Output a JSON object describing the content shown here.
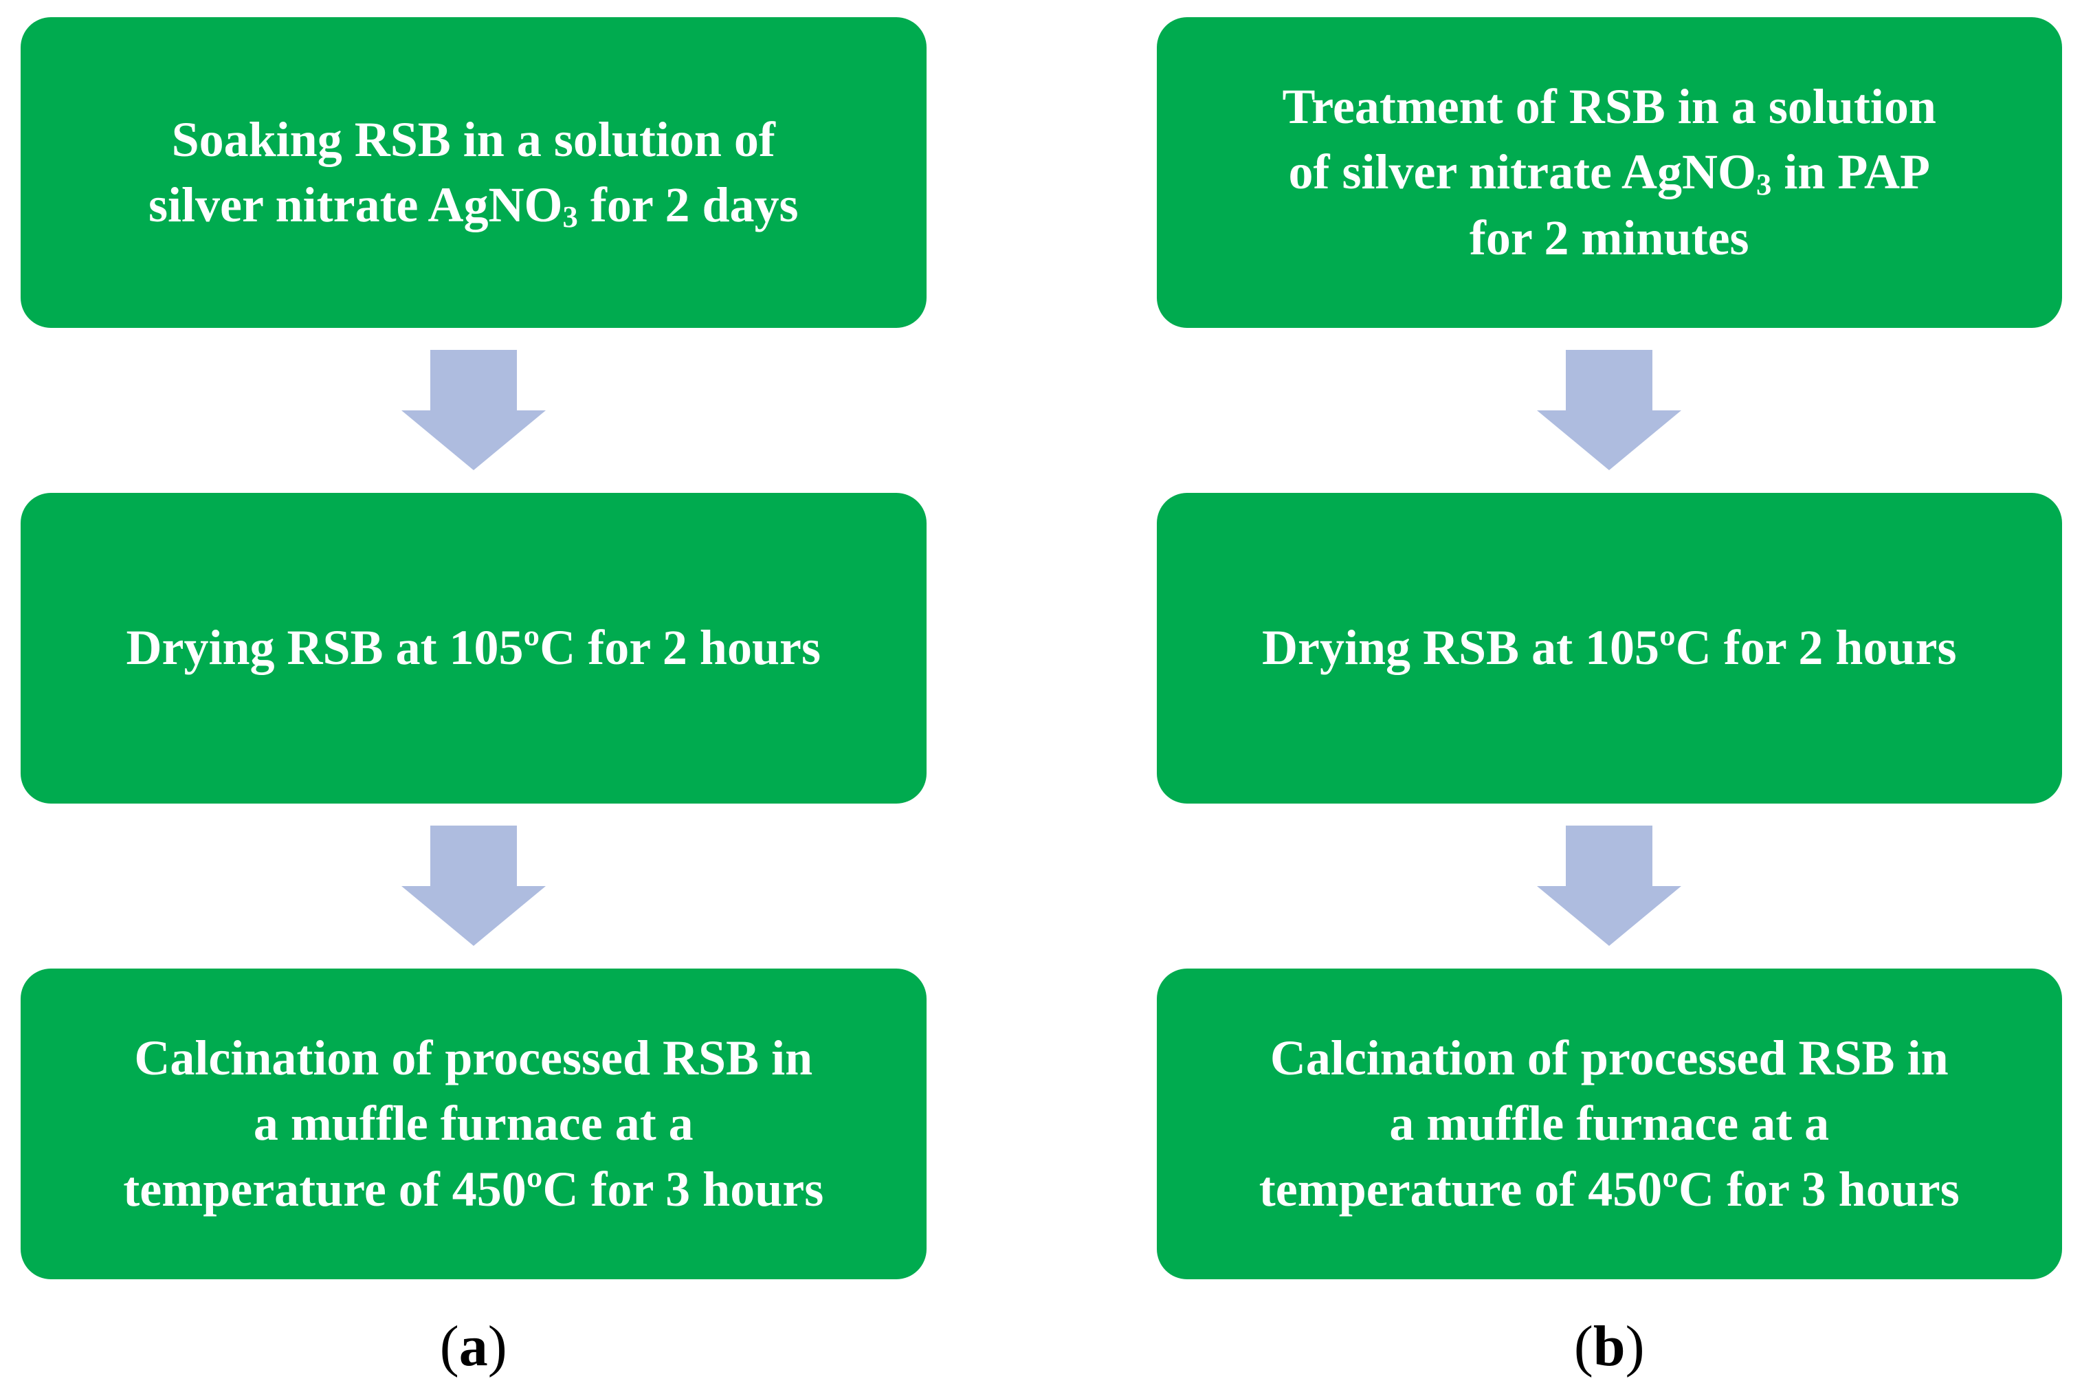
{
  "colors": {
    "box_green": "#00ab4f",
    "arrow_blue": "#aebcdf",
    "box_text_white": "#ffffff",
    "label_black": "#000000"
  },
  "columns": [
    {
      "label": {
        "open": "(",
        "letter": "a",
        "close": ")"
      },
      "boxes": [
        {
          "lines": [
            {
              "pre": "Soaking RSB in a solution of",
              "sub": "",
              "post": ""
            },
            {
              "pre": "silver nitrate AgNO",
              "sub": "3",
              "post": " for 2 days"
            }
          ]
        },
        {
          "lines": [
            {
              "pre": "Drying RSB at 105ºC for 2 hours",
              "sub": "",
              "post": ""
            }
          ]
        },
        {
          "lines": [
            {
              "pre": "Calcination of processed RSB in",
              "sub": "",
              "post": ""
            },
            {
              "pre": "a muffle furnace at a",
              "sub": "",
              "post": ""
            },
            {
              "pre": "temperature of 450ºC for 3 hours",
              "sub": "",
              "post": ""
            }
          ]
        }
      ]
    },
    {
      "label": {
        "open": "(",
        "letter": "b",
        "close": ")"
      },
      "boxes": [
        {
          "lines": [
            {
              "pre": "Treatment of RSB in a solution",
              "sub": "",
              "post": ""
            },
            {
              "pre": "of silver nitrate AgNO",
              "sub": "3",
              "post": " in PAP"
            },
            {
              "pre": "for 2 minutes",
              "sub": "",
              "post": ""
            }
          ]
        },
        {
          "lines": [
            {
              "pre": "Drying RSB at 105ºC for 2 hours",
              "sub": "",
              "post": ""
            }
          ]
        },
        {
          "lines": [
            {
              "pre": "Calcination of processed RSB in",
              "sub": "",
              "post": ""
            },
            {
              "pre": "a muffle furnace at a",
              "sub": "",
              "post": ""
            },
            {
              "pre": "temperature of 450ºC for 3 hours",
              "sub": "",
              "post": ""
            }
          ]
        }
      ]
    }
  ]
}
